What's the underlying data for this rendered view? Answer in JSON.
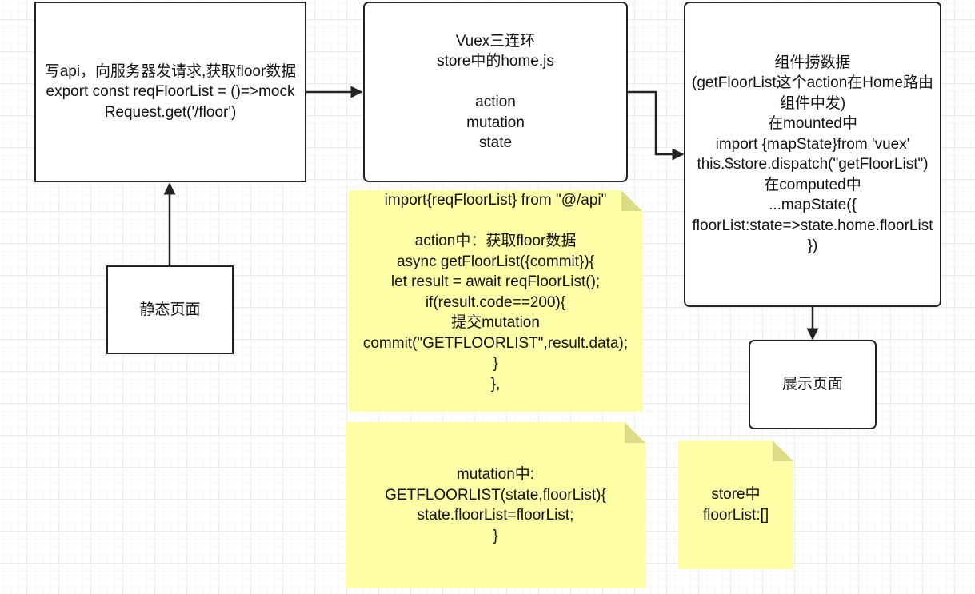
{
  "nodes": {
    "api": "写api，向服务器发请求,获取floor数据\nexport const reqFloorList = ()=>mockRequest.get('/floor')",
    "vuex": "Vuex三连环\nstore中的home.js\n\naction\nmutation\nstate",
    "component": "组件捞数据\n(getFloorList这个action在Home路由组件中发)\n在mounted中\nimport {mapState}from 'vuex'\nthis.$store.dispatch(\"getFloorList\")\n在computed中\n...mapState({\nfloorList:state=>state.home.floorList\n})",
    "static_page": "静态页面",
    "display_page": "展示页面"
  },
  "notes": {
    "action": "import{reqFloorList} from \"@/api\"\n\naction中：获取floor数据\nasync getFloorList({commit}){\nlet result = await reqFloorList();\nif(result.code==200){\n提交mutation\ncommit(\"GETFLOORLIST\",result.data);\n}\n},",
    "mutation": "mutation中:\nGETFLOORLIST(state,floorList){\nstate.floorList=floorList;\n}",
    "store": "store中\nfloorList:[]"
  },
  "colors": {
    "note_fill": "#ffffa8",
    "note_fold": "#dcdc86",
    "stroke": "#222222"
  }
}
